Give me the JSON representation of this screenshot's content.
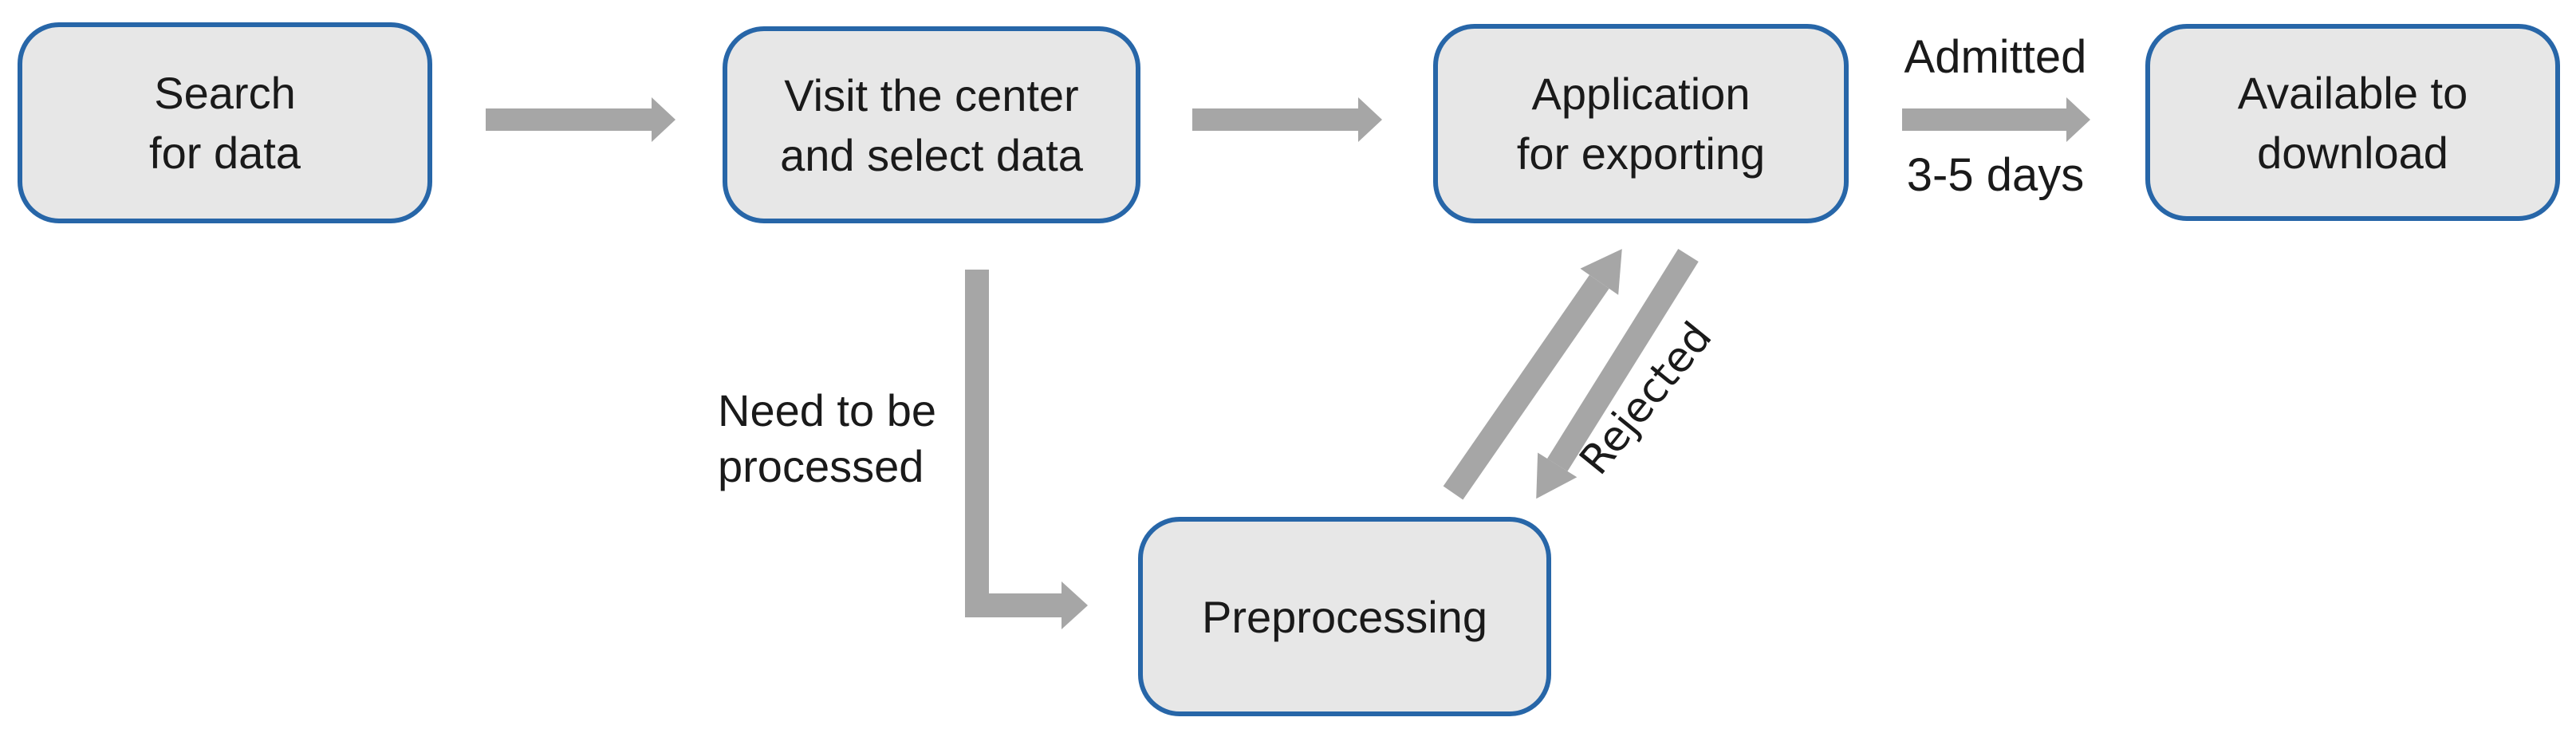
{
  "diagram": {
    "type": "flowchart",
    "boxes": [
      {
        "id": "search",
        "lines": [
          "Search",
          "for data"
        ]
      },
      {
        "id": "visit",
        "lines": [
          "Visit the center",
          "and select data"
        ]
      },
      {
        "id": "application",
        "lines": [
          "Application",
          "for exporting"
        ]
      },
      {
        "id": "download",
        "lines": [
          "Available to",
          "download"
        ]
      },
      {
        "id": "preprocessing",
        "lines": [
          "Preprocessing"
        ]
      }
    ],
    "labels": {
      "admitted": "Admitted",
      "duration": "3-5 days",
      "need_processing_line1": "Need to be",
      "need_processing_line2": "processed",
      "rejected": "Rejected"
    },
    "connections": [
      {
        "from": "Search for data",
        "to": "Visit the center and select data",
        "label": ""
      },
      {
        "from": "Visit the center and select data",
        "to": "Application for exporting",
        "label": ""
      },
      {
        "from": "Application for exporting",
        "to": "Available to download",
        "label": "Admitted 3-5 days"
      },
      {
        "from": "Visit the center and select data",
        "to": "Preprocessing",
        "label": "Need to be processed"
      },
      {
        "from": "Preprocessing",
        "to": "Application for exporting",
        "label": ""
      },
      {
        "from": "Application for exporting",
        "to": "Preprocessing",
        "label": "Rejected"
      }
    ],
    "colors": {
      "page_bg": "#ffffff",
      "box_fill": "#e7e7e7",
      "box_border": "#2766a8",
      "arrow_gray": "#a6a6a6",
      "text_color": "#1a1a1a"
    }
  }
}
